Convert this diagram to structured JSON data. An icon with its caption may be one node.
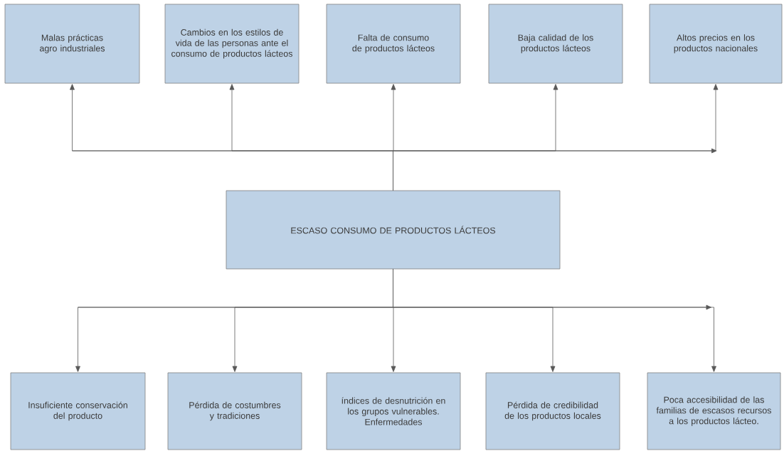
{
  "diagram": {
    "nodes": [
      {
        "text": [
          "Malas prácticas agro industriales"
        ]
      },
      {
        "text": [
          "Cambios en los estilos de vida de las personas ante el consumo de productos lácteos"
        ]
      },
      {
        "text": [
          "Falta de consumo de productos lácteos"
        ]
      },
      {
        "text": [
          "Baja calidad de los productos lácteos"
        ]
      },
      {
        "text": [
          "Altos precios en los productos nacionales"
        ]
      },
      {
        "text": [
          "ESCASO CONSUMO DE PRODUCTOS LÁCTEOS"
        ]
      },
      {
        "text": [
          "Insuficiente conservación del producto"
        ]
      },
      {
        "text": [
          "Pérdida de costumbres y tradiciones"
        ]
      },
      {
        "text": [
          "índices de desnutrición en los grupos vulnerables. Enfermedades"
        ]
      },
      {
        "text": [
          "Pérdida de credibilidad de los productos locales"
        ]
      },
      {
        "text": [
          "Poca accesibilidad de las familias de escasos recursos a los productos lácteo."
        ]
      }
    ],
    "edges": [
      {
        "from": 5,
        "to": 0,
        "arrow": "to"
      },
      {
        "from": 5,
        "to": 1,
        "arrow": "to"
      },
      {
        "from": 5,
        "to": 2,
        "arrow": "to"
      },
      {
        "from": 5,
        "to": 3,
        "arrow": "to"
      },
      {
        "from": 5,
        "to": 4,
        "arrow": "to"
      },
      {
        "from": 5,
        "to": 6,
        "arrow": "to"
      },
      {
        "from": 5,
        "to": 7,
        "arrow": "to"
      },
      {
        "from": 5,
        "to": 8,
        "arrow": "to"
      },
      {
        "from": 5,
        "to": 9,
        "arrow": "to"
      },
      {
        "from": 5,
        "to": 10,
        "arrow": "to"
      }
    ]
  }
}
